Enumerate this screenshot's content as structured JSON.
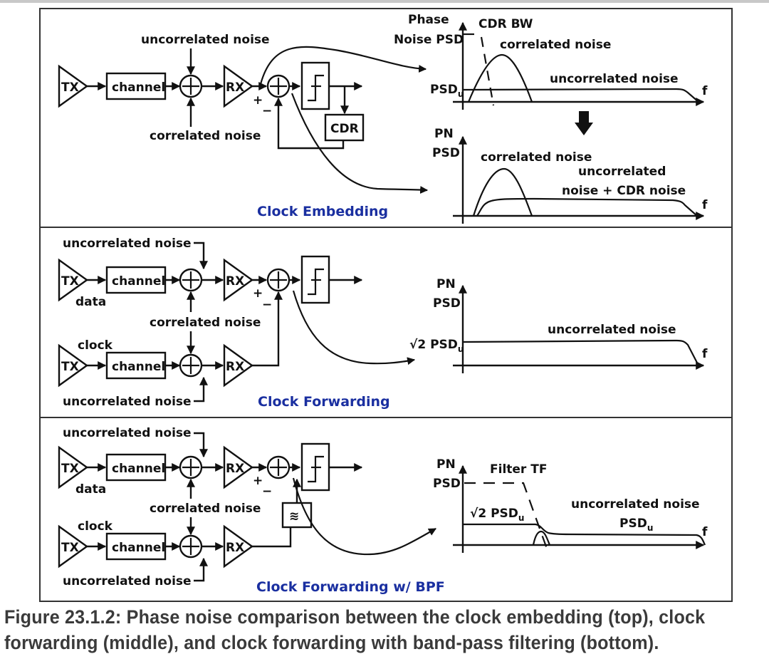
{
  "figure": {
    "caption_line1": "Figure 23.1.2: Phase noise comparison between the clock embedding (top), clock",
    "caption_line2": "forwarding (middle), and clock forwarding with band-pass filtering (bottom).",
    "accent_color": "#1a2fa0"
  },
  "panels": {
    "embedding": {
      "title": "Clock Embedding",
      "tx": "TX",
      "channel": "channel",
      "rx": "RX",
      "cdr": "CDR",
      "uncorrelated_noise": "uncorrelated noise",
      "correlated_noise": "correlated noise",
      "plus": "+",
      "minus": "−",
      "plot1": {
        "ylabel_line1": "Phase",
        "ylabel_line2": "Noise PSD",
        "cdr_bw": "CDR BW",
        "correlated": "correlated noise",
        "uncorrelated": "uncorrelated noise",
        "psd_level": "PSD",
        "psd_sub": "u",
        "xlabel": "f"
      },
      "plot2": {
        "ylabel_line1": "PN",
        "ylabel_line2": "PSD",
        "correlated": "correlated noise",
        "uncorrelated_line1": "uncorrelated",
        "uncorrelated_line2": "noise + CDR noise",
        "xlabel": "f"
      }
    },
    "forwarding": {
      "title": "Clock Forwarding",
      "tx": "TX",
      "channel": "channel",
      "rx": "RX",
      "data": "data",
      "clock": "clock",
      "uncorrelated_noise": "uncorrelated noise",
      "correlated_noise": "correlated noise",
      "plus": "+",
      "minus": "−",
      "plot": {
        "ylabel_line1": "PN",
        "ylabel_line2": "PSD",
        "uncorrelated": "uncorrelated noise",
        "level_prefix": "√2 PSD",
        "level_sub": "u",
        "xlabel": "f"
      }
    },
    "forwarding_bpf": {
      "title": "Clock Forwarding w/ BPF",
      "tx": "TX",
      "channel": "channel",
      "rx": "RX",
      "data": "data",
      "clock": "clock",
      "uncorrelated_noise": "uncorrelated noise",
      "correlated_noise": "correlated noise",
      "filter_symbol": "≋",
      "plus": "+",
      "minus": "−",
      "plot": {
        "ylabel_line1": "PN",
        "ylabel_line2": "PSD",
        "filter_tf": "Filter TF",
        "level_prefix": "√2 PSD",
        "level_sub": "u",
        "uncorrelated": "uncorrelated noise",
        "uncorrelated_psd": "PSD",
        "uncorrelated_sub": "u",
        "xlabel": "f"
      }
    }
  }
}
